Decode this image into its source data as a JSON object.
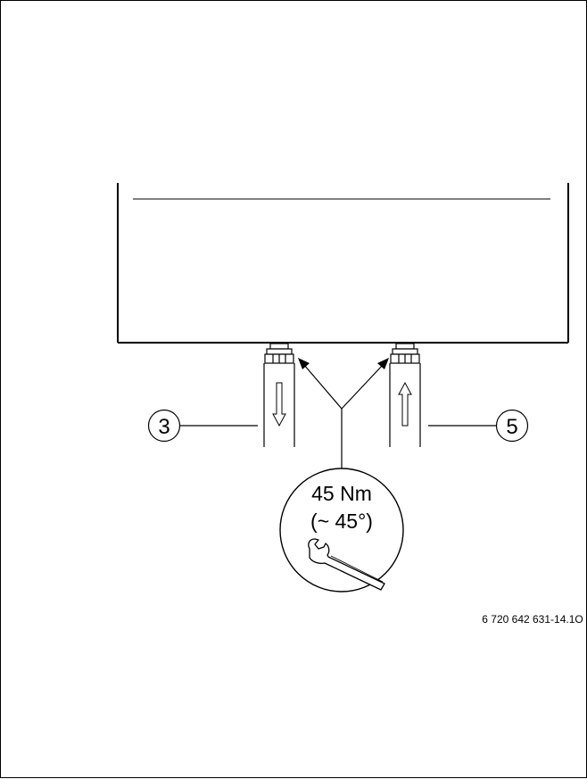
{
  "callouts": [
    {
      "id": "callout-3",
      "label": "3"
    },
    {
      "id": "callout-5",
      "label": "5"
    }
  ],
  "torque": {
    "value": "45 Nm",
    "angle": "(~ 45°)"
  },
  "figure_code": "6 720 642 631-14.1O",
  "icons": {
    "tool": "wrench-icon",
    "flow_down": "arrow-down-icon",
    "flow_up": "arrow-up-icon"
  },
  "colors": {
    "line": "#000000",
    "background": "#ffffff"
  }
}
